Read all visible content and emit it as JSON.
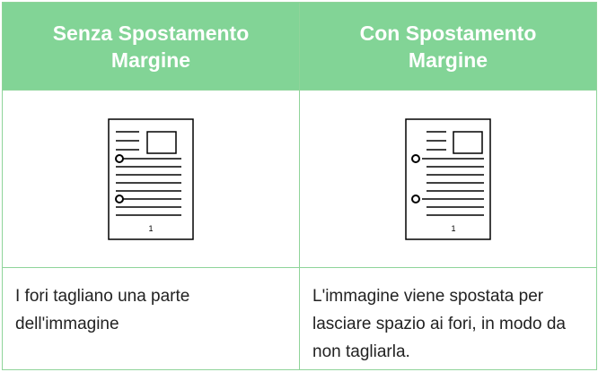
{
  "columns": [
    {
      "header": "Senza Spostamento Margine",
      "page_number": "1",
      "description": "I fori tagliano una parte dell'immagine"
    },
    {
      "header": "Con Spostamento Margine",
      "page_number": "1",
      "description": "L'immagine viene spostata per lasciare spazio ai fori, in modo da non tagliarla."
    }
  ],
  "colors": {
    "header_bg": "#82d496",
    "border": "#8fd49a",
    "header_text": "#ffffff"
  }
}
